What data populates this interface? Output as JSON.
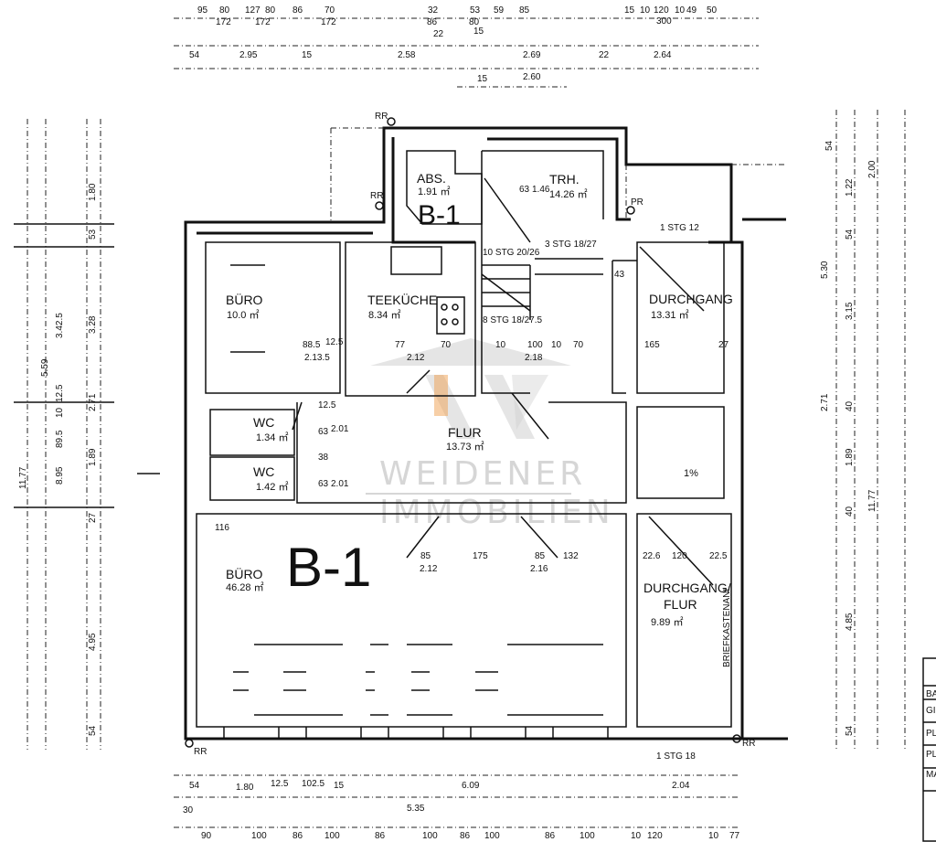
{
  "plan": {
    "unit_label": "B-1",
    "watermark": {
      "line1": "WEIDENER",
      "line2": "IMMOBILIEN",
      "logo_color": "#f0a050"
    },
    "rooms": [
      {
        "name": "BÜRO",
        "area": "10.0 ㎡"
      },
      {
        "name": "TEEKÜCHE",
        "area": "8.34 ㎡"
      },
      {
        "name": "ABS.",
        "area": "1.91 ㎡"
      },
      {
        "name": "TRH.",
        "area": "14.26 ㎡"
      },
      {
        "name": "DURCHGANG",
        "area": "13.31 ㎡"
      },
      {
        "name": "WC",
        "area": "1.34 ㎡"
      },
      {
        "name": "WC",
        "area": "1.42 ㎡"
      },
      {
        "name": "FLUR",
        "area": "13.73 ㎡"
      },
      {
        "name": "BÜRO",
        "area": "46.28 ㎡"
      },
      {
        "name": "DURCHGANG/",
        "name2": "FLUR",
        "area": "9.89 ㎡"
      }
    ],
    "small_room_label": "1%",
    "mailbox_label": "BRIEFKASTENANL",
    "stairs": [
      "3 STG 18/27",
      "10 STG 20/26",
      "8 STG 18/27.5",
      "1 STG 12",
      "1 STG 18"
    ],
    "markers": {
      "rr": "RR",
      "pr": "PR"
    },
    "dims_top_row1": [
      "95",
      "80",
      "127",
      "80",
      "86",
      "70",
      "32",
      "53",
      "59",
      "85",
      "15",
      "10",
      "120",
      "10",
      "49",
      "50"
    ],
    "dims_top_row1b": [
      "172",
      "172",
      "172",
      "86",
      "80",
      "300"
    ],
    "dims_top_row2": [
      "22",
      "15"
    ],
    "dims_top_row3": [
      "54",
      "2.95",
      "15",
      "2.58",
      "2.69",
      "22",
      "2.64"
    ],
    "dims_top_row4": [
      "15",
      "2.60"
    ],
    "dims_bottom_row1": [
      "54",
      "1.80",
      "12.5",
      "102.5",
      "15",
      "6.09",
      "2.04"
    ],
    "dims_bottom_row2": [
      "30",
      "5.35"
    ],
    "dims_bottom_row3": [
      "90",
      "100",
      "86",
      "100",
      "86",
      "100",
      "86",
      "100",
      "86",
      "100",
      "10",
      "120",
      "10",
      "77"
    ],
    "dims_left": [
      "1.80",
      "53",
      "3.42.5",
      "3.28",
      "5.59",
      "12.5",
      "2.71",
      "10",
      "89.5",
      "1.89",
      "8.95",
      "11.77",
      "27",
      "4.95",
      "54"
    ],
    "dims_right": [
      "54",
      "1.22",
      "2.00",
      "54",
      "5.30",
      "3.15",
      "2.71",
      "40",
      "1.89",
      "40",
      "11.77",
      "4.85",
      "54"
    ],
    "dims_inner": [
      "77",
      "70",
      "2.12",
      "10",
      "100",
      "10",
      "70",
      "2.18",
      "165",
      "27",
      "88.5",
      "12.5",
      "2.13.5",
      "85",
      "175",
      "85",
      "132",
      "2.12",
      "2.16",
      "22.6",
      "120",
      "22.5",
      "116",
      "63",
      "2.01",
      "38",
      "63",
      "2.01",
      "12.5",
      "43",
      "63",
      "1.46"
    ],
    "title_block": [
      "BA",
      "GI",
      "PL",
      "PL",
      "MA FO"
    ]
  }
}
